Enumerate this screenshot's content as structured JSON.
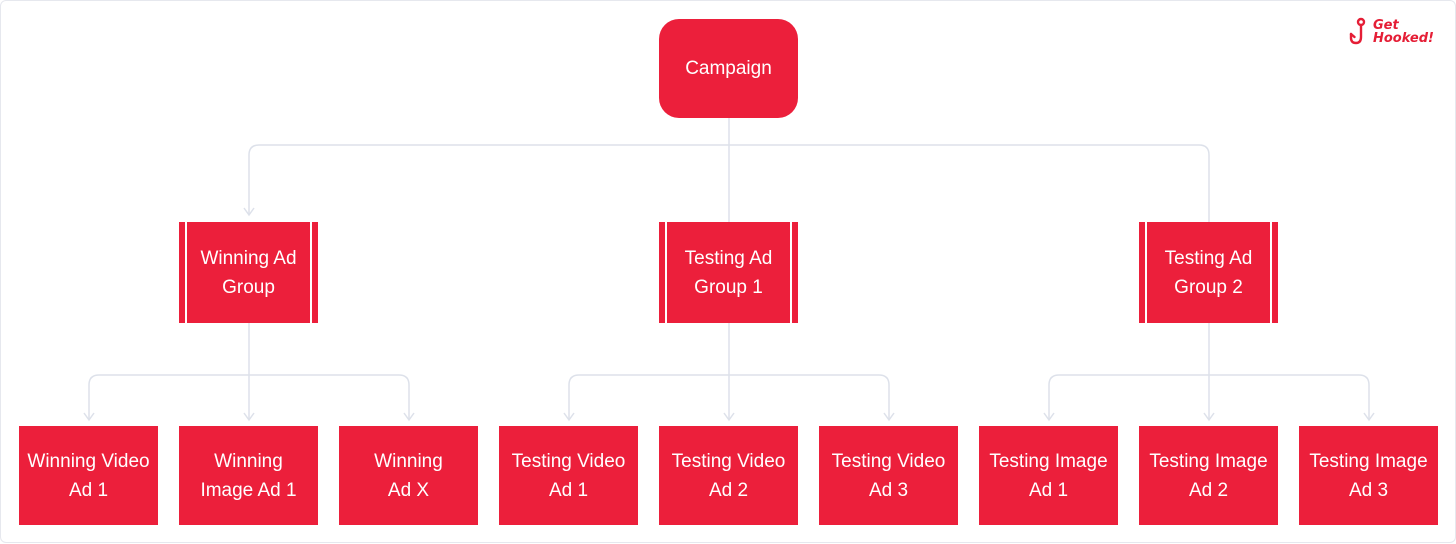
{
  "colors": {
    "node_fill": "#ec1f3b",
    "node_text": "#ffffff",
    "connector": "#dde1ea",
    "logo": "#e51e36"
  },
  "logo": {
    "text": "Get Hooked!",
    "icon": "hook-icon"
  },
  "diagram": {
    "root": {
      "label": "Campaign"
    },
    "groups": [
      {
        "label": "Winning Ad Group",
        "ads": [
          {
            "label": "Winning Video Ad 1"
          },
          {
            "label": "Winning Image Ad 1"
          },
          {
            "label": "Winning Ad X"
          }
        ]
      },
      {
        "label": "Testing Ad Group 1",
        "ads": [
          {
            "label": "Testing Video Ad 1"
          },
          {
            "label": "Testing Video Ad 2"
          },
          {
            "label": "Testing Video Ad 3"
          }
        ]
      },
      {
        "label": "Testing Ad Group 2",
        "ads": [
          {
            "label": "Testing Image Ad 1"
          },
          {
            "label": "Testing Image Ad 2"
          },
          {
            "label": "Testing Image Ad 3"
          }
        ]
      }
    ]
  }
}
